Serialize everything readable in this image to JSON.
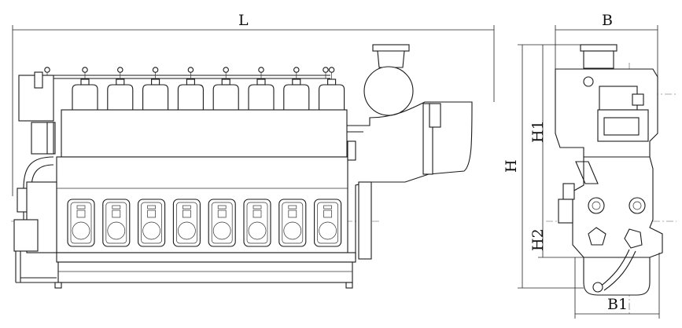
{
  "dimension_labels": {
    "length": "L",
    "width": "B",
    "height": "H",
    "height_1": "H1",
    "height_2": "H2",
    "width_1": "B1"
  },
  "cylinder_count": 8,
  "colors": {
    "line": "#1a1a1a",
    "background": "#ffffff"
  }
}
